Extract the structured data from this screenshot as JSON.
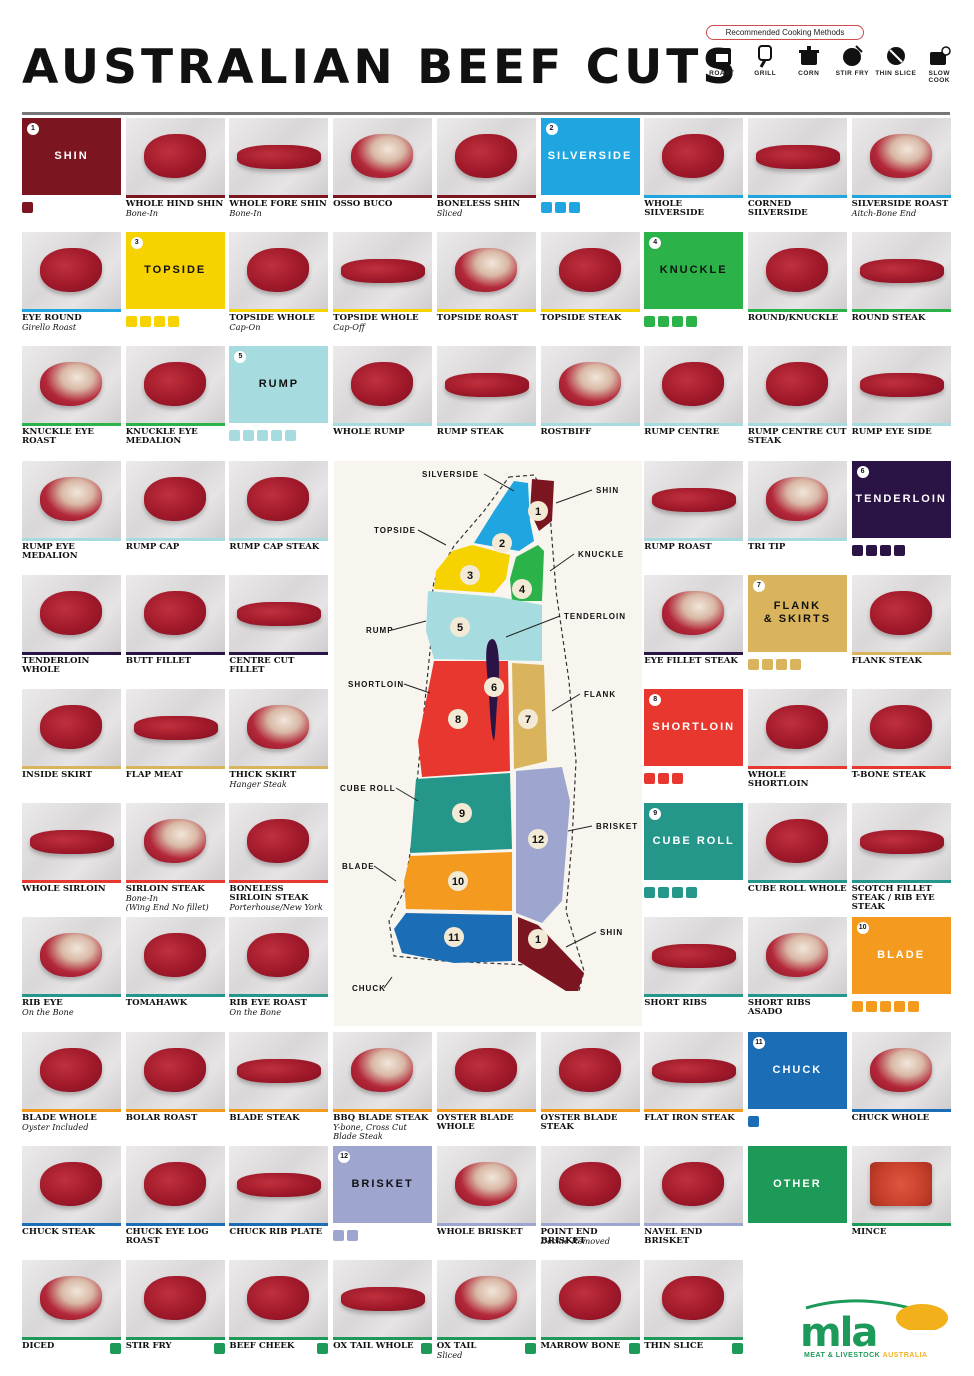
{
  "page": {
    "title": "AUSTRALIAN BEEF CUTS"
  },
  "legend": {
    "title": "Recommended Cooking Methods",
    "methods": [
      {
        "label": "ROAST",
        "icon": "roast-oven-icon"
      },
      {
        "label": "GRILL",
        "icon": "grill-icon"
      },
      {
        "label": "CORN",
        "icon": "pot-icon"
      },
      {
        "label": "STIR FRY",
        "icon": "wok-icon"
      },
      {
        "label": "THIN SLICE",
        "icon": "thin-slice-icon"
      },
      {
        "label": "SLOW COOK",
        "icon": "slow-cook-icon"
      }
    ]
  },
  "colors": {
    "shin": "#7b1620",
    "silverside": "#1fa6e0",
    "topside": "#f5d200",
    "knuckle": "#2bb34a",
    "rump": "#a6dcdf",
    "tenderloin": "#2a1345",
    "flank": "#d9b45c",
    "shortloin": "#e8372e",
    "cube_roll": "#24978a",
    "blade": "#f39a1f",
    "chuck": "#1b6db6",
    "brisket": "#9ea6cf",
    "other": "#1d9a58"
  },
  "sections": [
    {
      "key": "shin",
      "number": "1",
      "name": "SHIN"
    },
    {
      "key": "silverside",
      "number": "2",
      "name": "SILVERSIDE"
    },
    {
      "key": "topside",
      "number": "3",
      "name": "TOPSIDE"
    },
    {
      "key": "knuckle",
      "number": "4",
      "name": "KNUCKLE"
    },
    {
      "key": "rump",
      "number": "5",
      "name": "RUMP"
    },
    {
      "key": "tenderloin",
      "number": "6",
      "name": "TENDERLOIN"
    },
    {
      "key": "flank",
      "number": "7",
      "name": "FLANK\n& SKIRTS"
    },
    {
      "key": "shortloin",
      "number": "8",
      "name": "SHORTLOIN"
    },
    {
      "key": "cube_roll",
      "number": "9",
      "name": "CUBE ROLL"
    },
    {
      "key": "blade",
      "number": "10",
      "name": "BLADE"
    },
    {
      "key": "chuck",
      "number": "11",
      "name": "CHUCK"
    },
    {
      "key": "brisket",
      "number": "12",
      "name": "BRISKET"
    },
    {
      "key": "other",
      "number": "",
      "name": "OTHER"
    }
  ],
  "cuts": [
    {
      "name": "WHOLE HIND SHIN",
      "sub": "Bone-In",
      "group": "shin"
    },
    {
      "name": "WHOLE FORE SHIN",
      "sub": "Bone-In",
      "group": "shin"
    },
    {
      "name": "OSSO BUCO",
      "sub": "",
      "group": "shin"
    },
    {
      "name": "BONELESS SHIN",
      "sub": "Sliced",
      "group": "shin"
    },
    {
      "name": "WHOLE SILVERSIDE",
      "sub": "",
      "group": "silverside"
    },
    {
      "name": "CORNED SILVERSIDE",
      "sub": "",
      "group": "silverside"
    },
    {
      "name": "SILVERSIDE ROAST",
      "sub": "Aitch-Bone End",
      "group": "silverside"
    },
    {
      "name": "EYE ROUND",
      "sub": "Girello Roast",
      "group": "silverside"
    },
    {
      "name": "TOPSIDE WHOLE",
      "sub": "Cap-On",
      "group": "topside"
    },
    {
      "name": "TOPSIDE WHOLE",
      "sub": "Cap-Off",
      "group": "topside"
    },
    {
      "name": "TOPSIDE ROAST",
      "sub": "",
      "group": "topside"
    },
    {
      "name": "TOPSIDE STEAK",
      "sub": "",
      "group": "topside"
    },
    {
      "name": "ROUND/KNUCKLE",
      "sub": "",
      "group": "knuckle"
    },
    {
      "name": "ROUND STEAK",
      "sub": "",
      "group": "knuckle"
    },
    {
      "name": "KNUCKLE EYE ROAST",
      "sub": "",
      "group": "knuckle"
    },
    {
      "name": "KNUCKLE EYE MEDALION",
      "sub": "",
      "group": "knuckle"
    },
    {
      "name": "WHOLE RUMP",
      "sub": "",
      "group": "rump"
    },
    {
      "name": "RUMP STEAK",
      "sub": "",
      "group": "rump"
    },
    {
      "name": "ROSTBIFF",
      "sub": "",
      "group": "rump"
    },
    {
      "name": "RUMP CENTRE",
      "sub": "",
      "group": "rump"
    },
    {
      "name": "RUMP CENTRE CUT STEAK",
      "sub": "",
      "group": "rump"
    },
    {
      "name": "RUMP EYE SIDE",
      "sub": "",
      "group": "rump"
    },
    {
      "name": "RUMP EYE MEDALION",
      "sub": "",
      "group": "rump"
    },
    {
      "name": "RUMP CAP",
      "sub": "",
      "group": "rump"
    },
    {
      "name": "RUMP CAP STEAK",
      "sub": "",
      "group": "rump"
    },
    {
      "name": "RUMP ROAST",
      "sub": "",
      "group": "rump"
    },
    {
      "name": "TRI TIP",
      "sub": "",
      "group": "rump"
    },
    {
      "name": "TENDERLOIN WHOLE",
      "sub": "",
      "group": "tenderloin"
    },
    {
      "name": "BUTT FILLET",
      "sub": "",
      "group": "tenderloin"
    },
    {
      "name": "CENTRE CUT FILLET",
      "sub": "",
      "group": "tenderloin"
    },
    {
      "name": "EYE FILLET STEAK",
      "sub": "",
      "group": "tenderloin"
    },
    {
      "name": "FLANK STEAK",
      "sub": "",
      "group": "flank"
    },
    {
      "name": "INSIDE SKIRT",
      "sub": "",
      "group": "flank"
    },
    {
      "name": "FLAP MEAT",
      "sub": "",
      "group": "flank"
    },
    {
      "name": "THICK SKIRT",
      "sub": "Hanger Steak",
      "group": "flank"
    },
    {
      "name": "WHOLE SHORTLOIN",
      "sub": "",
      "group": "shortloin"
    },
    {
      "name": "T-BONE STEAK",
      "sub": "",
      "group": "shortloin"
    },
    {
      "name": "WHOLE SIRLOIN",
      "sub": "",
      "group": "shortloin"
    },
    {
      "name": "SIRLOIN STEAK",
      "sub": "Bone-In\n(Wing End No fillet)",
      "group": "shortloin"
    },
    {
      "name": "BONELESS SIRLOIN STEAK",
      "sub": "Porterhouse/New York",
      "group": "shortloin"
    },
    {
      "name": "CUBE ROLL WHOLE",
      "sub": "",
      "group": "cube_roll"
    },
    {
      "name": "SCOTCH FILLET STEAK / RIB EYE STEAK",
      "sub": "",
      "group": "cube_roll"
    },
    {
      "name": "RIB EYE",
      "sub": "On the Bone",
      "group": "cube_roll"
    },
    {
      "name": "TOMAHAWK",
      "sub": "",
      "group": "cube_roll"
    },
    {
      "name": "RIB EYE ROAST",
      "sub": "On the Bone",
      "group": "cube_roll"
    },
    {
      "name": "SHORT RIBS",
      "sub": "",
      "group": "cube_roll"
    },
    {
      "name": "SHORT RIBS ASADO",
      "sub": "",
      "group": "cube_roll"
    },
    {
      "name": "BLADE WHOLE",
      "sub": "Oyster Included",
      "group": "blade"
    },
    {
      "name": "BOLAR ROAST",
      "sub": "",
      "group": "blade"
    },
    {
      "name": "BLADE STEAK",
      "sub": "",
      "group": "blade"
    },
    {
      "name": "BBQ BLADE STEAK",
      "sub": "Y-bone, Cross Cut\nBlade Steak",
      "group": "blade"
    },
    {
      "name": "OYSTER BLADE WHOLE",
      "sub": "",
      "group": "blade"
    },
    {
      "name": "OYSTER BLADE STEAK",
      "sub": "",
      "group": "blade"
    },
    {
      "name": "FLAT IRON STEAK",
      "sub": "",
      "group": "blade"
    },
    {
      "name": "CHUCK WHOLE",
      "sub": "",
      "group": "chuck"
    },
    {
      "name": "CHUCK STEAK",
      "sub": "",
      "group": "chuck"
    },
    {
      "name": "CHUCK EYE LOG ROAST",
      "sub": "",
      "group": "chuck"
    },
    {
      "name": "CHUCK RIB PLATE",
      "sub": "",
      "group": "chuck"
    },
    {
      "name": "WHOLE BRISKET",
      "sub": "",
      "group": "brisket"
    },
    {
      "name": "POINT END BRISKET",
      "sub": "Deckle Removed",
      "group": "brisket"
    },
    {
      "name": "NAVEL END BRISKET",
      "sub": "",
      "group": "brisket"
    },
    {
      "name": "MINCE",
      "sub": "",
      "group": "other"
    },
    {
      "name": "DICED",
      "sub": "",
      "group": "other"
    },
    {
      "name": "STIR FRY",
      "sub": "",
      "group": "other"
    },
    {
      "name": "BEEF CHEEK",
      "sub": "",
      "group": "other"
    },
    {
      "name": "OX TAIL WHOLE",
      "sub": "",
      "group": "other"
    },
    {
      "name": "OX TAIL",
      "sub": "Sliced",
      "group": "other"
    },
    {
      "name": "MARROW BONE",
      "sub": "",
      "group": "other"
    },
    {
      "name": "THIN SLICE",
      "sub": "",
      "group": "other"
    }
  ],
  "diagram": {
    "labels": {
      "silverside": "SILVERSIDE",
      "shin": "SHIN",
      "topside": "TOPSIDE",
      "knuckle": "KNUCKLE",
      "tenderloin": "TENDERLOIN",
      "rump": "RUMP",
      "shortloin": "SHORTLOIN",
      "flank": "FLANK",
      "cube_roll": "CUBE ROLL",
      "brisket": "BRISKET",
      "blade": "BLADE",
      "shin2": "SHIN",
      "chuck": "CHUCK"
    },
    "numbers": [
      "1",
      "2",
      "3",
      "4",
      "5",
      "6",
      "7",
      "8",
      "9",
      "10",
      "11",
      "12",
      "1"
    ]
  },
  "logo": {
    "main": "mla",
    "sub_left": "MEAT & LIVESTOCK",
    "sub_right": "AUSTRALIA"
  }
}
